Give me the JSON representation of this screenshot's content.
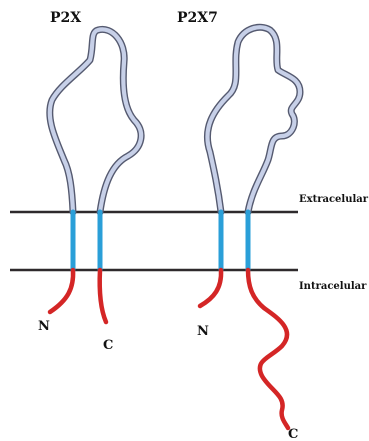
{
  "receptors": [
    {
      "name": "P2X",
      "n_terminus": "N",
      "c_terminus": "C"
    },
    {
      "name": "P2X7",
      "n_terminus": "N",
      "c_terminus": "C"
    }
  ],
  "regions": {
    "extracellular": "Extracelular",
    "intracellular": "Intracelular"
  },
  "colors": {
    "extracellular_loop_fill": "#c7d0e8",
    "extracellular_loop_outline": "#555a70",
    "transmembrane": "#2a9fd8",
    "cytoplasmic_tails": "#d42626",
    "membrane_lines": "#2e2a2c"
  }
}
